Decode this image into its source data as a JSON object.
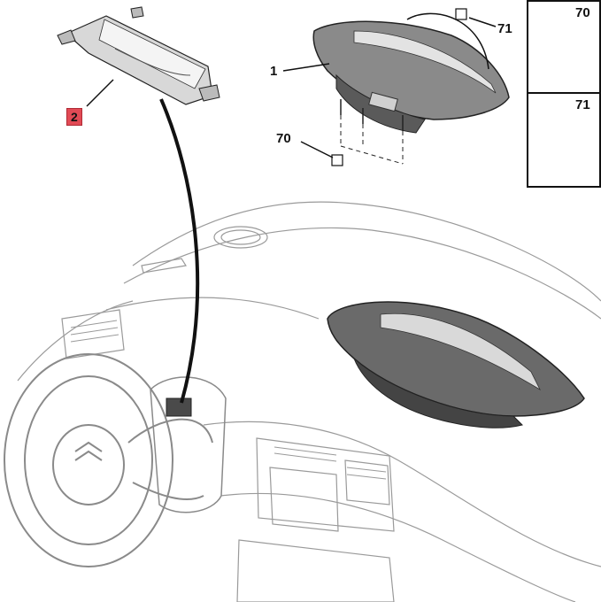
{
  "diagram": {
    "callouts": {
      "part_1": "1",
      "part_2": "2",
      "part_70": "70",
      "part_71": "71"
    },
    "insets": {
      "top_label": "70",
      "bottom_label": "71"
    },
    "colors": {
      "highlight": "#e24a55",
      "line": "#111111",
      "part_fill": "#7a7a7a",
      "dash_fill": "#f2f2f2"
    }
  }
}
